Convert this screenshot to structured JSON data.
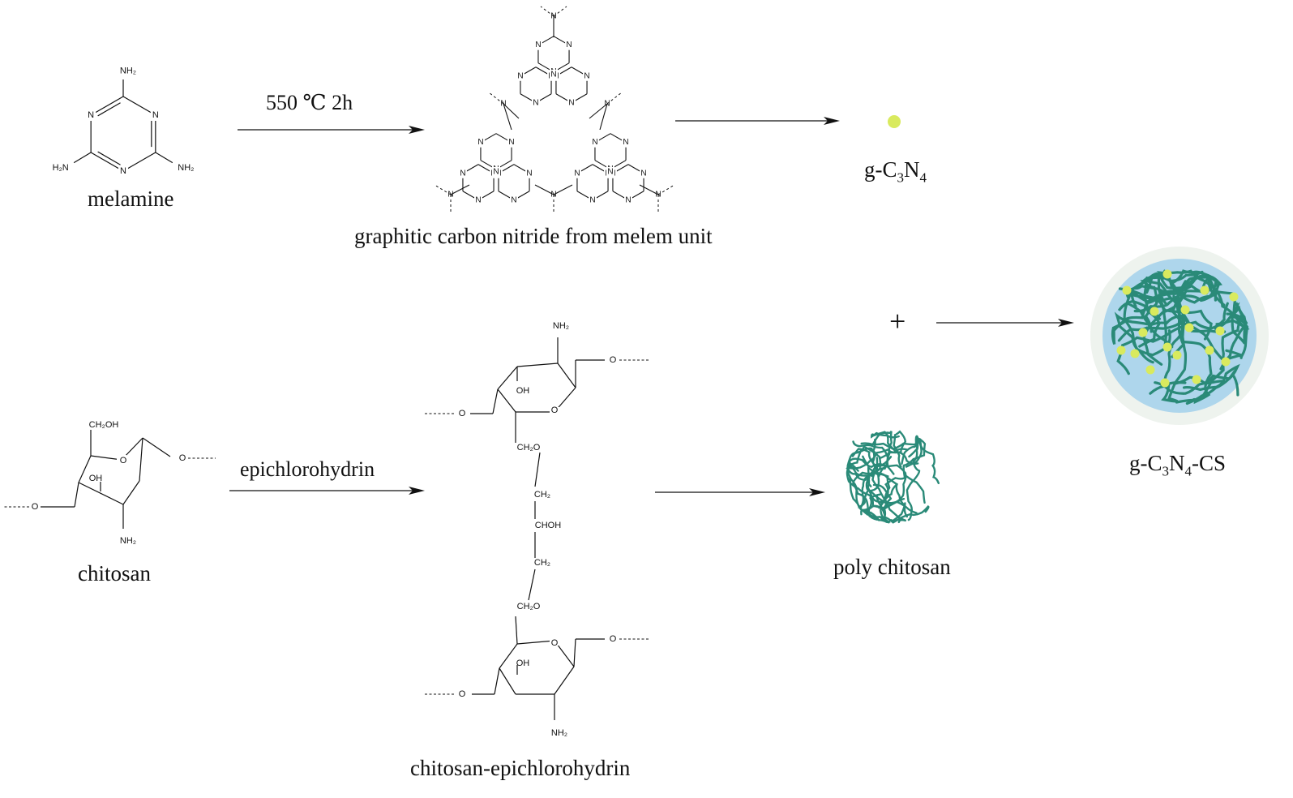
{
  "labels": {
    "melamine": "melamine",
    "conditions": "550 ℃  2h",
    "gcn_structure": "graphitic carbon nitride from melem unit",
    "gcn_prefix": "g-C",
    "gcn_sub3": "3",
    "gcn_n": "N",
    "gcn_sub4": "4",
    "chitosan": "chitosan",
    "epichlorohydrin": "epichlorohydrin",
    "chitosan_ech": "chitosan-epichlorohydrin",
    "poly_chitosan": "poly chitosan",
    "plus": "+",
    "composite_prefix": "g-C",
    "composite_sub3": "3",
    "composite_n": "N",
    "composite_sub4": "4",
    "composite_suffix": "-CS"
  },
  "atoms": {
    "N": "N",
    "NH2": "NH₂",
    "H2N": "H₂N",
    "CH2OH": "CH₂OH",
    "OH": "OH",
    "O": "O",
    "CH2O": "CH₂O",
    "CH2": "CH₂",
    "CHOH": "CHOH"
  },
  "colors": {
    "gcn_dot": "#d9ea5e",
    "chitosan_strand": "#2a8a78",
    "composite_fill": "#aed6ec",
    "composite_halo": "#eef3ee",
    "ink": "#111111"
  }
}
